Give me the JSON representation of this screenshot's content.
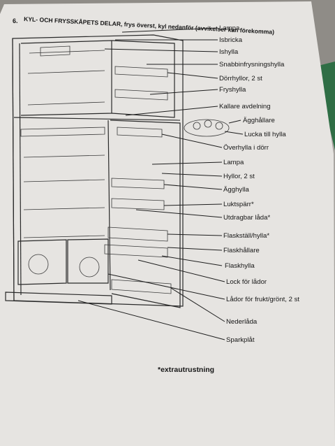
{
  "document": {
    "page_number": "6.",
    "title": "KYL- OCH FRYSSKÅPETS DELAR, frys överst, kyl nedanför (avvikelser kan förekomma)",
    "labels": [
      "Lampa",
      "Isbricka",
      "Ishylla",
      "Snabbinfrysningshylla",
      "Dörrhyllor, 2 st",
      "Fryshylla",
      "Kallare avdelning",
      "Ägghållare",
      "Lucka till hylla",
      "Överhylla i dörr",
      "Lampa",
      "Hyllor, 2 st",
      "Ägghylla",
      "Luktspärr*",
      "Utdragbar låda*",
      "Flaskställ/hylla*",
      "Flaskhållare",
      "Flaskhylla",
      "Lock för lådor",
      "Lådor för frukt/grönt, 2 st",
      "Nederlåda",
      "Sparkplåt"
    ],
    "footnote": "*extrautrustning"
  }
}
